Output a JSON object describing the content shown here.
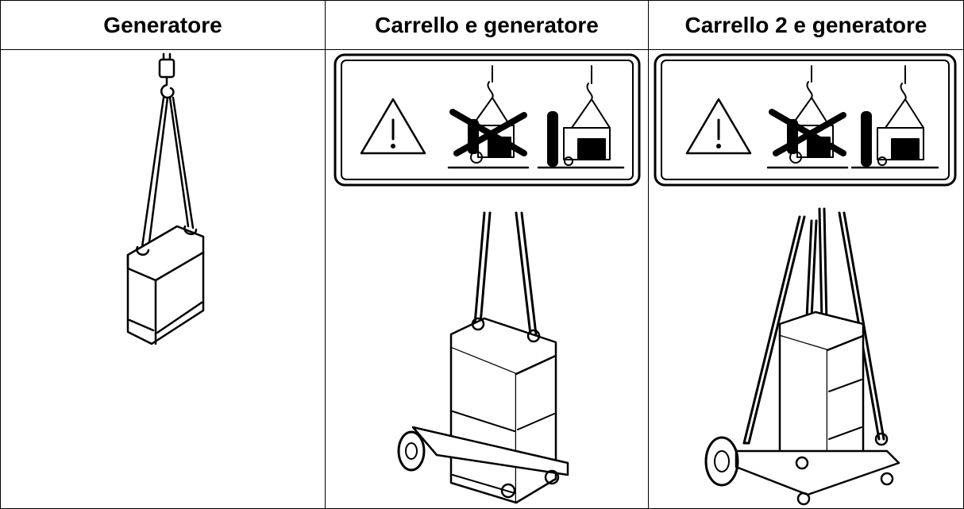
{
  "table": {
    "headers": [
      "Generatore",
      "Carrello e generatore",
      "Carrello 2 e generatore"
    ]
  },
  "figures": {
    "col1": "generator-lifting-illustration",
    "col2": "cart-and-generator-lifting-illustration",
    "col3": "cart2-and-generator-lifting-illustration",
    "warning_sign": "warning-triangle-icon"
  },
  "colors": {
    "ink": "#000000",
    "background": "#ffffff"
  }
}
